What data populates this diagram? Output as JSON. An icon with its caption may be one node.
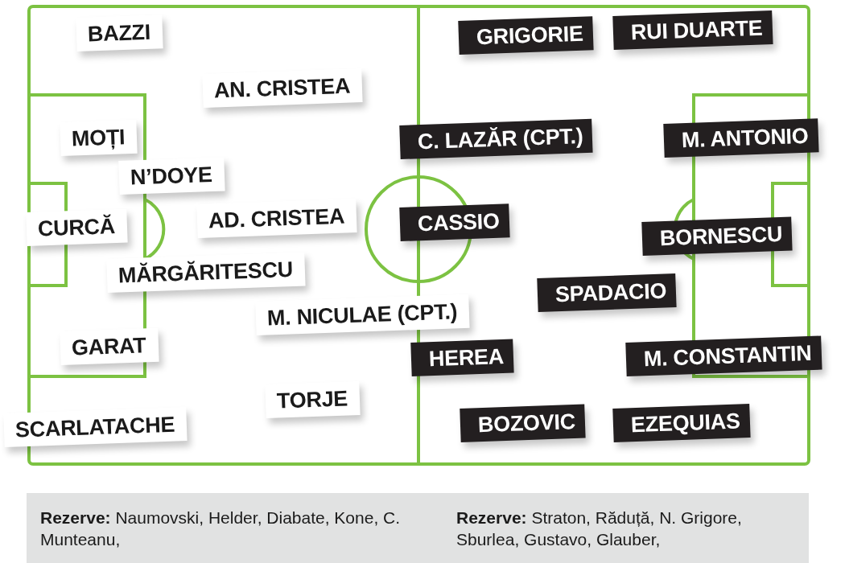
{
  "diagram": {
    "nodes": [
      {
        "text": [
          "BAZZI"
        ]
      },
      {
        "text": [
          "AN. CRISTEA"
        ]
      },
      {
        "text": [
          "MOȚI"
        ]
      },
      {
        "text": [
          "N’DOYE"
        ]
      },
      {
        "text": [
          "AD. CRISTEA"
        ]
      },
      {
        "text": [
          "CURCĂ"
        ]
      },
      {
        "text": [
          "MĂRGĂRITESCU"
        ]
      },
      {
        "text": [
          "M. NICULAE (CPT.)"
        ]
      },
      {
        "text": [
          "GARAT"
        ]
      },
      {
        "text": [
          "TORJE"
        ]
      },
      {
        "text": [
          "SCARLATACHE"
        ]
      },
      {
        "text": [
          "GRIGORIE"
        ]
      },
      {
        "text": [
          "RUI DUARTE"
        ]
      },
      {
        "text": [
          "C. LAZĂR (CPT.)"
        ]
      },
      {
        "text": [
          "M. ANTONIO"
        ]
      },
      {
        "text": [
          "CASSIO"
        ]
      },
      {
        "text": [
          "BORNESCU"
        ]
      },
      {
        "text": [
          "SPADACIO"
        ]
      },
      {
        "text": [
          "HEREA"
        ]
      },
      {
        "text": [
          "M. CONSTANTIN"
        ]
      },
      {
        "text": [
          "BOZOVIC"
        ]
      },
      {
        "text": [
          "EZEQUIAS"
        ]
      },
      {
        "text": [
          "**Rezerve:** Naumovski, Helder, Diabate, Kone, C. Munteanu,",
          "**Rezerve:** Straton, Răduță, N. Grigore, Sburlea, Gustavo, Glauber,"
        ]
      }
    ]
  }
}
